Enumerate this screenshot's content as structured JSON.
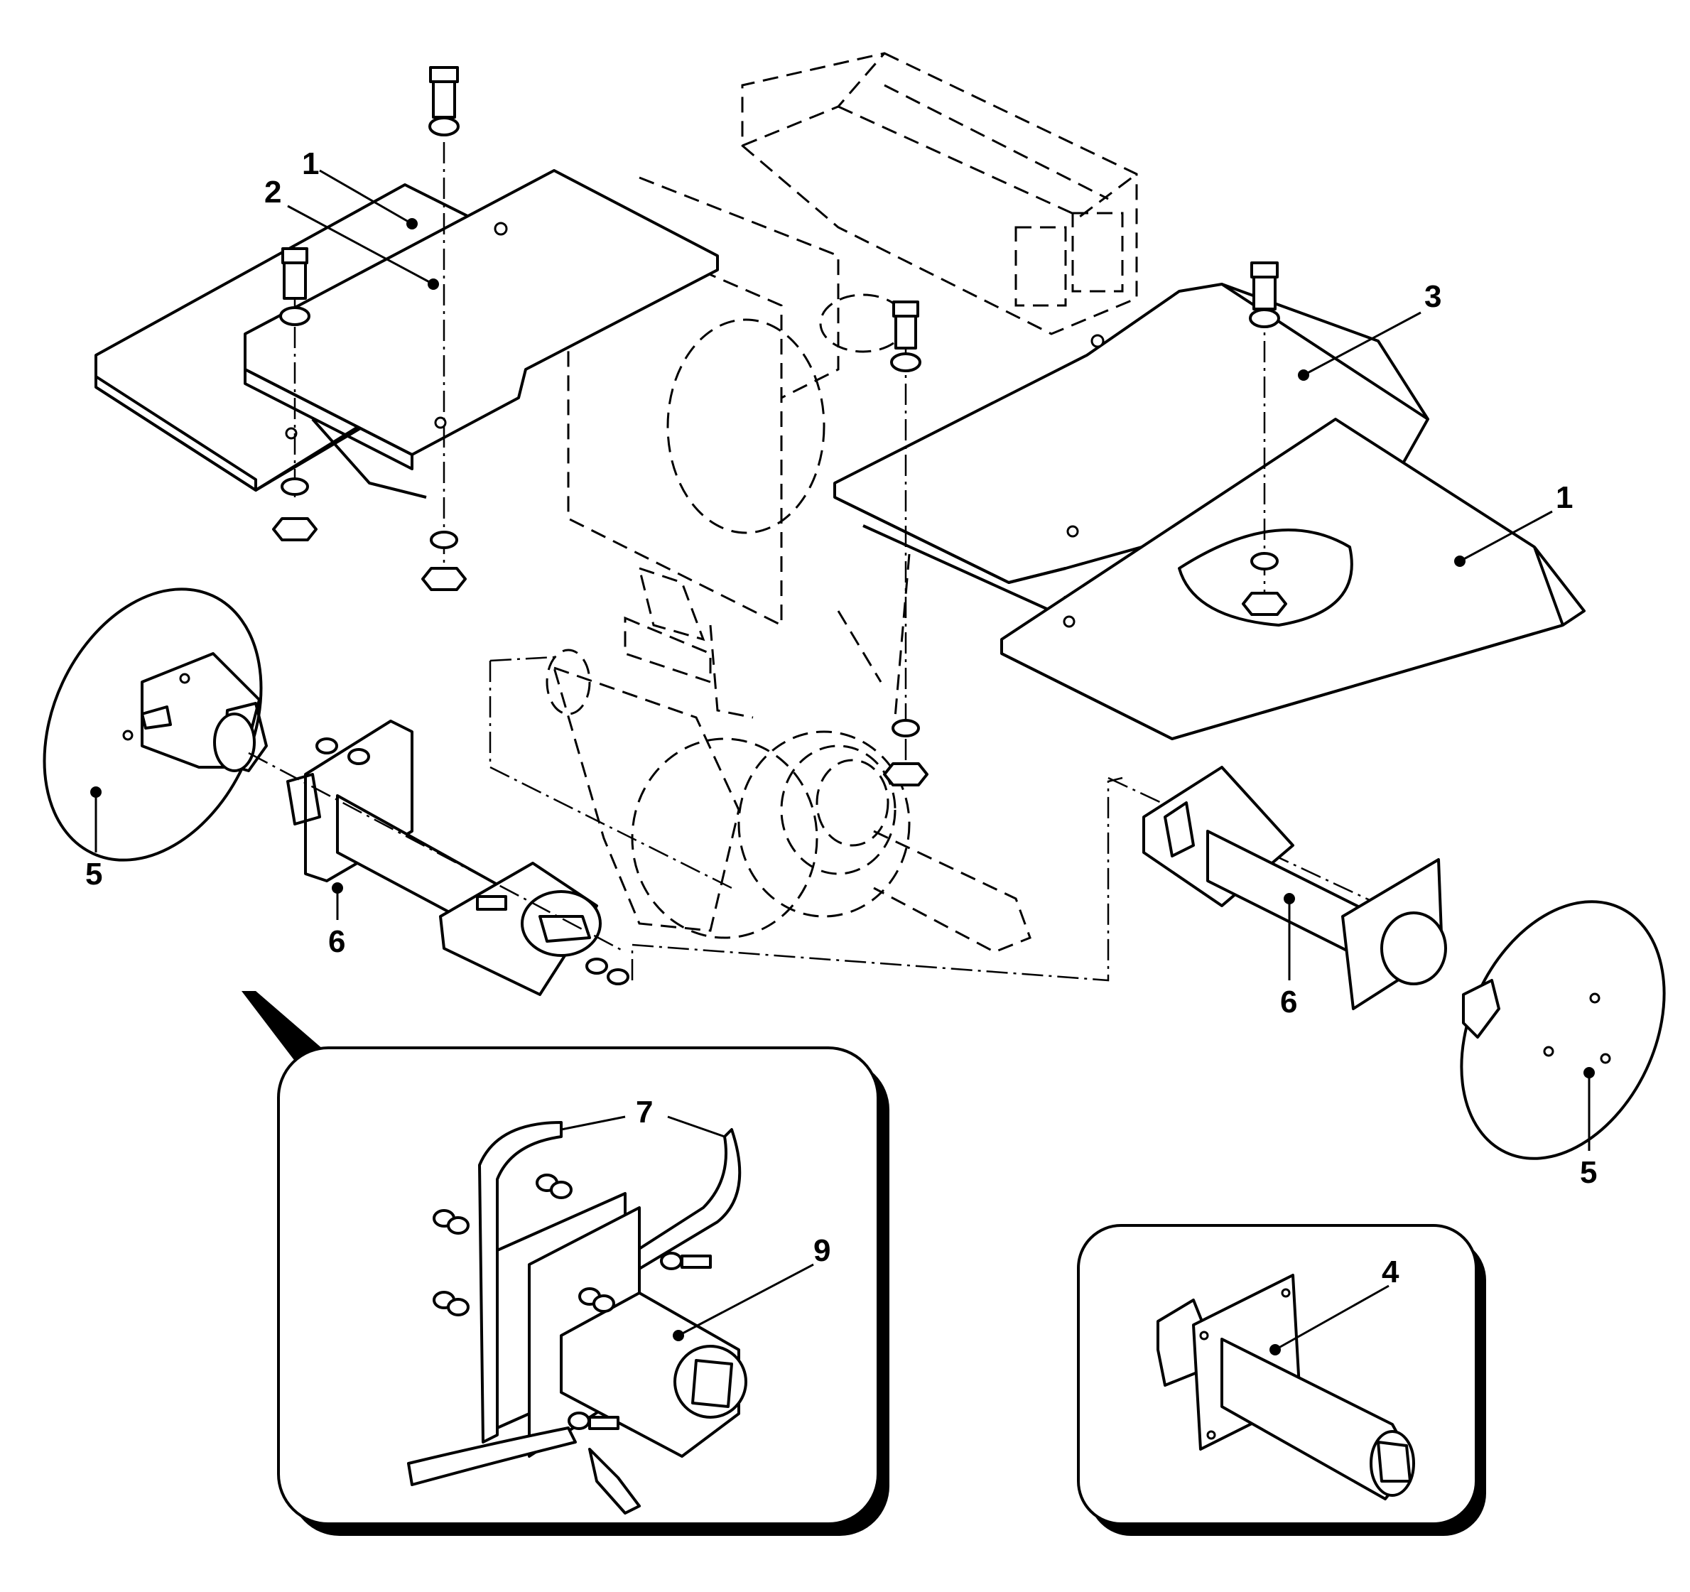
{
  "callouts": [
    {
      "id": "c1a",
      "label": "1"
    },
    {
      "id": "c2",
      "label": "2"
    },
    {
      "id": "c3",
      "label": "3"
    },
    {
      "id": "c1b",
      "label": "1"
    },
    {
      "id": "c5a",
      "label": "5"
    },
    {
      "id": "c6a",
      "label": "6"
    },
    {
      "id": "c6b",
      "label": "6"
    },
    {
      "id": "c5b",
      "label": "5"
    },
    {
      "id": "c7",
      "label": "7"
    },
    {
      "id": "c9",
      "label": "9"
    },
    {
      "id": "c4",
      "label": "4"
    }
  ]
}
